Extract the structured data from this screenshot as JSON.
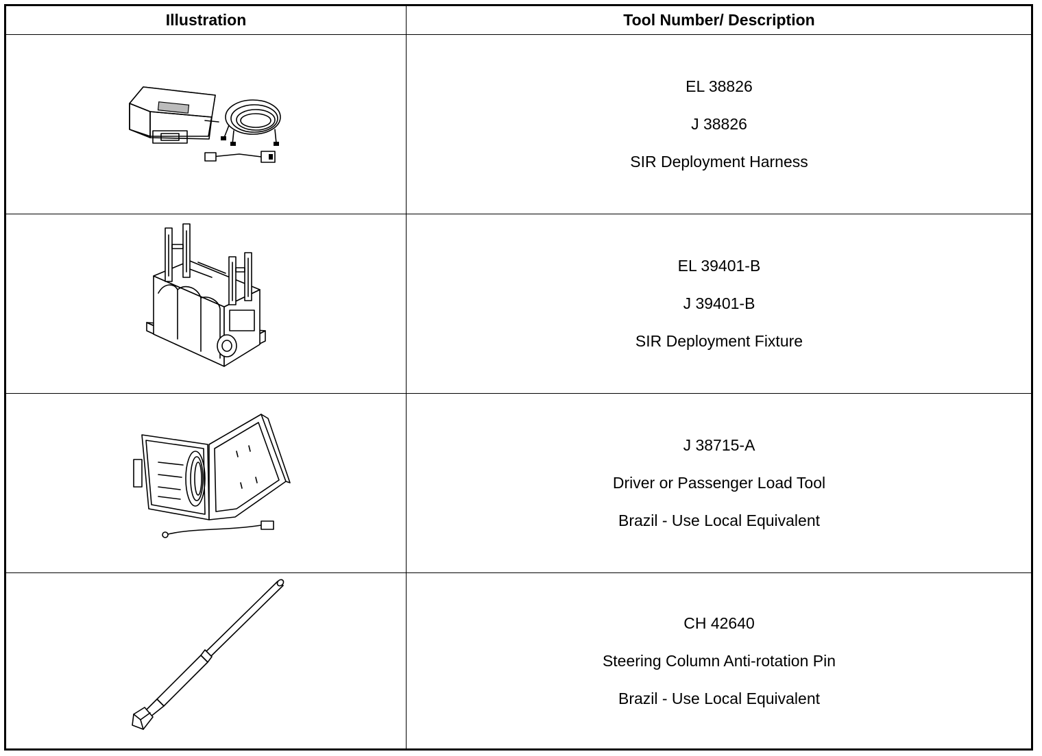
{
  "header": {
    "illustration_label": "Illustration",
    "description_label": "Tool Number/ Description"
  },
  "rows": [
    {
      "lines": [
        "EL 38826",
        "J 38826",
        "SIR Deployment Harness"
      ],
      "illustration_icon": "deployment-harness-case"
    },
    {
      "lines": [
        "EL 39401-B",
        "J 39401-B",
        "SIR Deployment Fixture"
      ],
      "illustration_icon": "deployment-fixture"
    },
    {
      "lines": [
        "J 38715-A",
        "Driver or Passenger Load Tool",
        "Brazil - Use Local Equivalent"
      ],
      "illustration_icon": "load-tool-case"
    },
    {
      "lines": [
        "CH 42640",
        "Steering Column Anti-rotation Pin",
        "Brazil - Use Local Equivalent"
      ],
      "illustration_icon": "anti-rotation-pin"
    }
  ]
}
